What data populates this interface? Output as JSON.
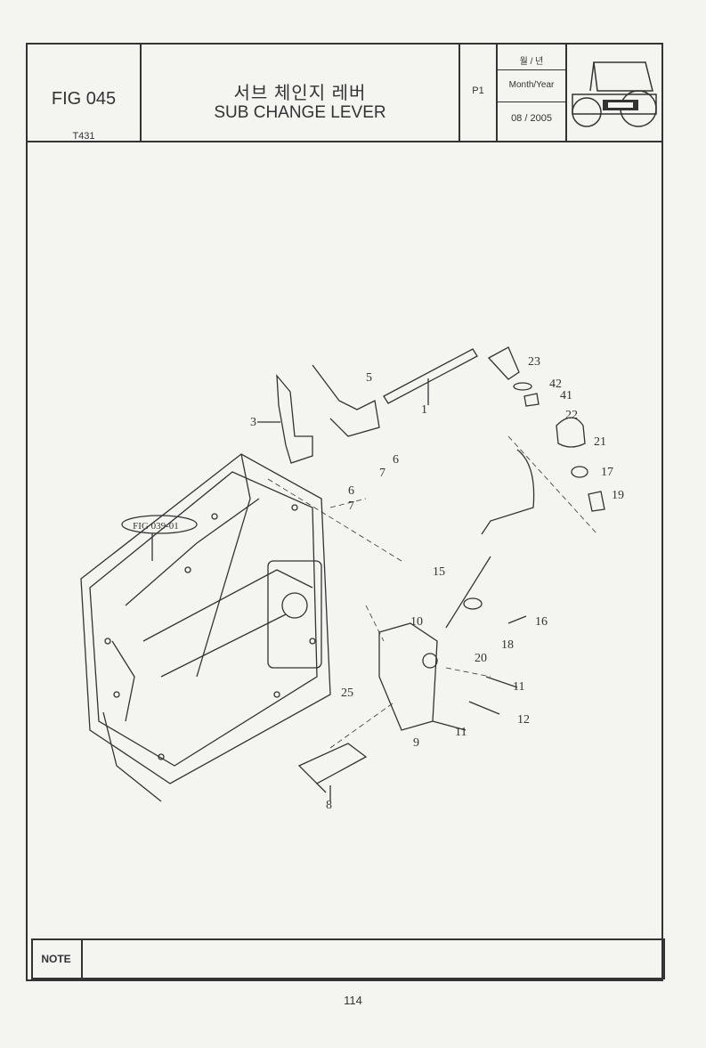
{
  "header": {
    "fig_number": "FIG 045",
    "model": "T431",
    "title_korean": "서브 체인지 레버",
    "title_english": "SUB CHANGE LEVER",
    "page_code": "P1",
    "month_year_korean": "월 / 년",
    "month_year_label": "Month/Year",
    "date": "08 / 2005"
  },
  "diagram": {
    "reference_label": "FIG 039-01",
    "callouts": [
      "1",
      "3",
      "5",
      "6",
      "7",
      "6",
      "7",
      "8",
      "9",
      "10",
      "11",
      "11",
      "12",
      "15",
      "16",
      "17",
      "18",
      "19",
      "20",
      "21",
      "22",
      "23",
      "25",
      "41",
      "42"
    ]
  },
  "note_label": "NOTE",
  "page_number": "114",
  "colors": {
    "ink": "#333333",
    "paper": "#f4f4f1"
  }
}
